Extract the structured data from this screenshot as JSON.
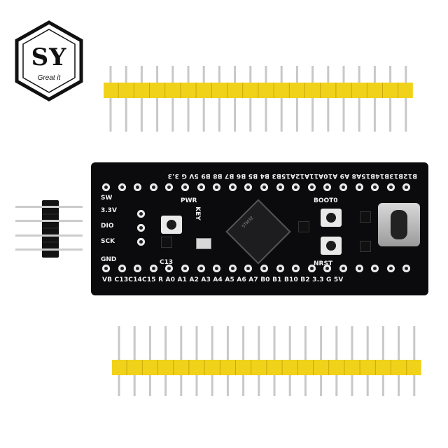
{
  "logo": {
    "letters": "SY",
    "tagline": "Great it"
  },
  "board": {
    "top_silkscreen": "B12B13B14B15A8  A9 A10A11A12A15B3  B4  B5  B6  B7  B8  B9  5V  G  3.3",
    "bottom_silkscreen": "VB C13C14C15 R  A0  A1  A2  A3  A4  A5  A6  A7  B0  B1 B10 B2  3.3  G  5V",
    "left_labels": [
      "SW",
      "3.3V",
      "DIO",
      "SCK",
      "GND"
    ],
    "boot_label": "BOOT0",
    "nrst_label": "NRST",
    "pwr_label": "PWR",
    "key_label": "KEY",
    "c13_label": "C13",
    "chip_text": "STM32"
  },
  "colors": {
    "board": "#0b0b0d",
    "header_plastic": "#f0d21a",
    "pin_metal": "#c8c8c8",
    "logo_outline": "#111111"
  }
}
